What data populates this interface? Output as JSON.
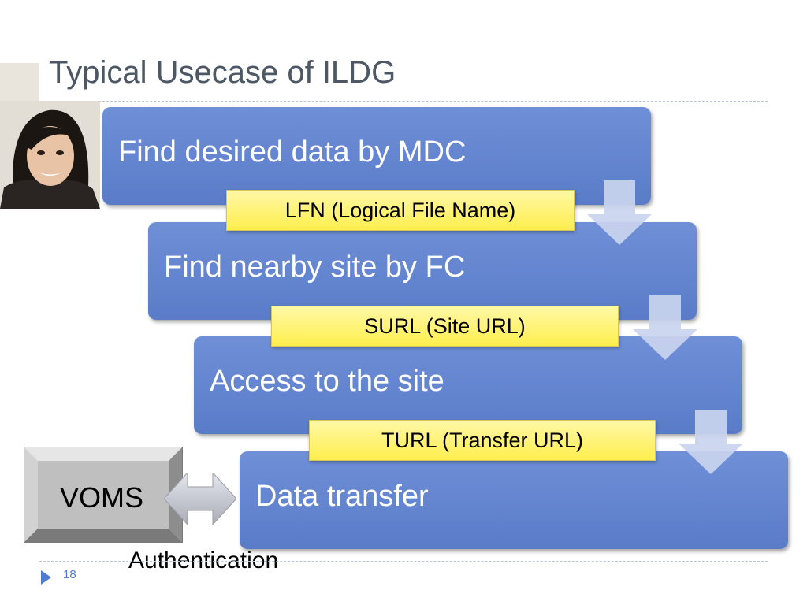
{
  "slide": {
    "title": "Typical Usecase of ILDG",
    "page_number": "18"
  },
  "steps": [
    {
      "label": "Find desired data by MDC"
    },
    {
      "label": "Find nearby site by FC"
    },
    {
      "label": "Access to the site"
    },
    {
      "label": "Data transfer"
    }
  ],
  "intermediates": [
    {
      "label": "LFN (Logical File Name)"
    },
    {
      "label": "SURL (Site URL)"
    },
    {
      "label": "TURL (Transfer URL)"
    }
  ],
  "voms": {
    "label": "VOMS",
    "link_label": "Authentication"
  },
  "colors": {
    "step_fill": "#6283cd",
    "arrow_fill": "#c9d4ee",
    "label_fill": "#fff36b",
    "title_text": "#4d5866",
    "accent": "#4f7bd0"
  }
}
